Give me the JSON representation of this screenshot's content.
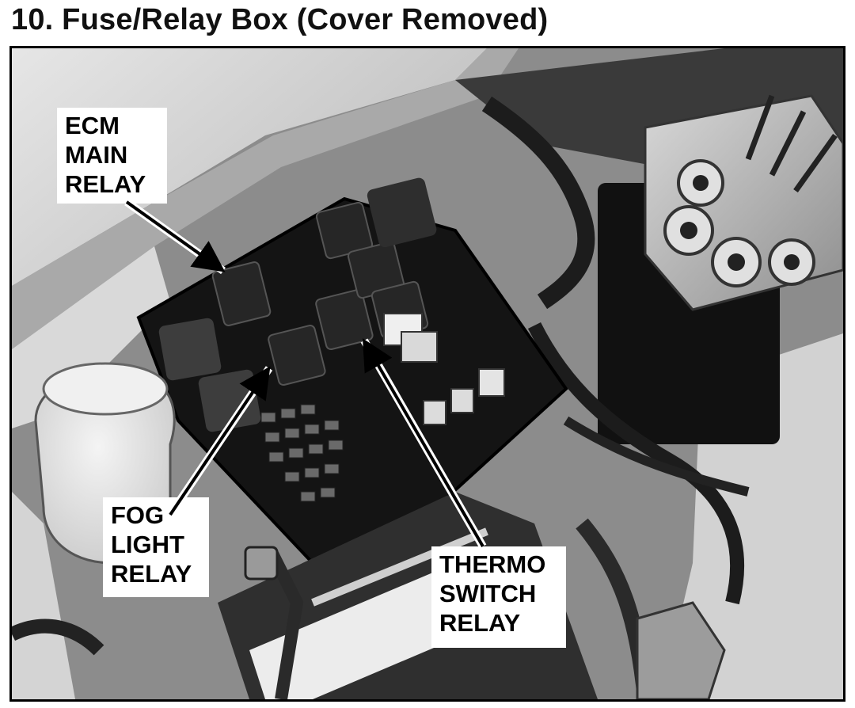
{
  "header": {
    "title": "10. Fuse/Relay Box (Cover Removed)"
  },
  "callouts": {
    "ecm": [
      "ECM",
      "MAIN",
      "RELAY"
    ],
    "fog": [
      "FOG",
      "LIGHT",
      "RELAY"
    ],
    "thermo": [
      "THERMO",
      "SWITCH",
      "RELAY"
    ]
  }
}
